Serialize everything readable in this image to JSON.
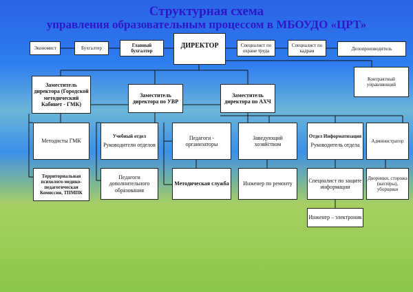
{
  "title": {
    "line1": "Структурная схема",
    "line2": "управления образовательным процессом в МБОУДО «ЦРТ»"
  },
  "boxes": {
    "director": "ДИРЕКТОР",
    "economist": "Экономист",
    "accountant": "Бухгалтер",
    "chief_accountant": "Главный бухгалтер",
    "labor_safety": "Специалист по охране труда",
    "hr": "Специалист по кадрам",
    "records": "Делопроизводитель",
    "contract_manager": "Контрактный управляющий",
    "deputy_gmk": "Заместитель директора (Городской методический Кабинет - ГМК)",
    "deputy_uvr": "Заместитель директора по УВР",
    "deputy_ahch": "Заместитель директора по АХЧ",
    "methodists": "Методисты ГМК",
    "pmpk": "Территориальная психолого-медико-педагогическая Комиссия, ТПМПК",
    "edu_dept_title": "Учебный отдел",
    "edu_dept_sub": "Руководители отделов",
    "organizers": "Педагоги - организаторы",
    "add_ed_teachers": "Педагоги дополнительного образования",
    "method_service": "Методическая служба",
    "housekeeping": "Заведующий хозяйством",
    "repair_engineer": "Инженер по ремонту",
    "it_dept_title": "Отдел Информатизация",
    "it_dept_sub": "Руководитель отдела",
    "info_security": "Специалист по защите информации",
    "electronics_eng": "Инженер – электроник",
    "administrator": "Администратор",
    "janitors": "Дворники, сторожа (вахтёры), уборщики"
  }
}
